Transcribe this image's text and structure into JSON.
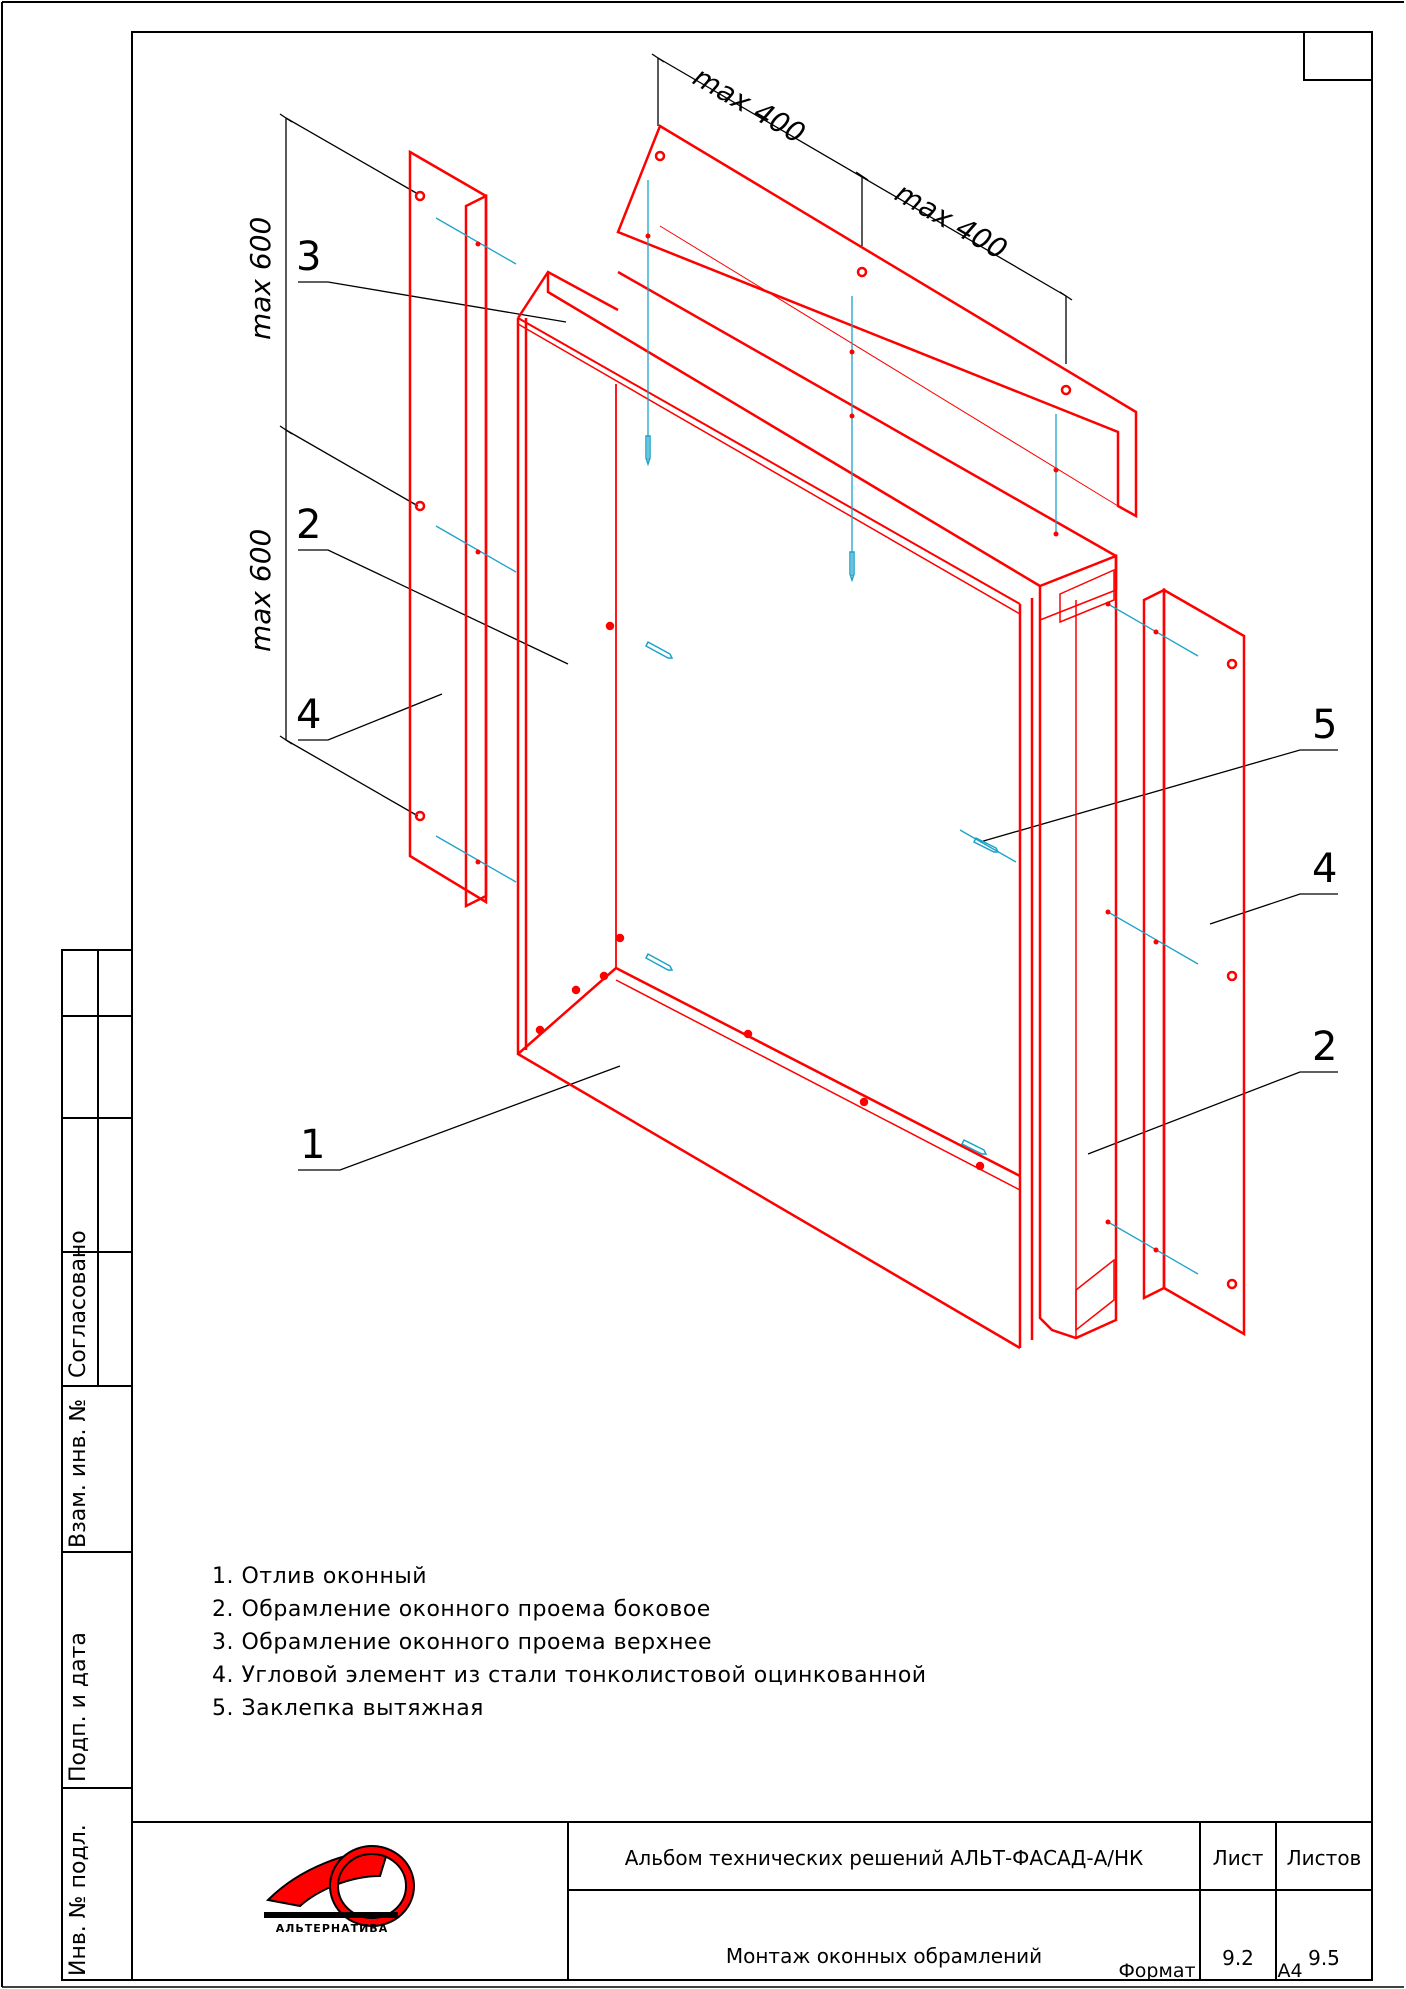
{
  "dimensions": {
    "top_left": "max 400",
    "top_right": "max 400",
    "left_upper": "max 600",
    "left_lower": "max 600"
  },
  "callouts": [
    "3",
    "2",
    "4",
    "5",
    "4",
    "2",
    "1"
  ],
  "legend": [
    "1. Отлив оконный",
    "2. Обрамление оконного проема боковое",
    "3. Обрамление оконного проема верхнее",
    "4. Угловой элемент из стали тонколистовой оцинкованной",
    "5. Заклепка вытяжная"
  ],
  "side_stamp": {
    "agreed": "Согласовано",
    "replace_inv": "Взам. инв. №",
    "sign_date": "Подп. и дата",
    "orig_inv": "Инв. № подл."
  },
  "title_block": {
    "album": "Альбом технических решений АЛЬТ-ФАСАД-А/НК",
    "sheet_title": "Монтаж оконных обрамлений",
    "sheet_label": "Лист",
    "sheets_label": "Листов",
    "sheet_value": "9.2",
    "sheets_value": "9.5",
    "format_label": "Формат",
    "format_value": "А4"
  },
  "logo": {
    "text": "АЛЬТЕРНАТИВА"
  },
  "colors": {
    "part": "#ff0000",
    "rivet": "#1aa3c8",
    "line": "#000000"
  }
}
